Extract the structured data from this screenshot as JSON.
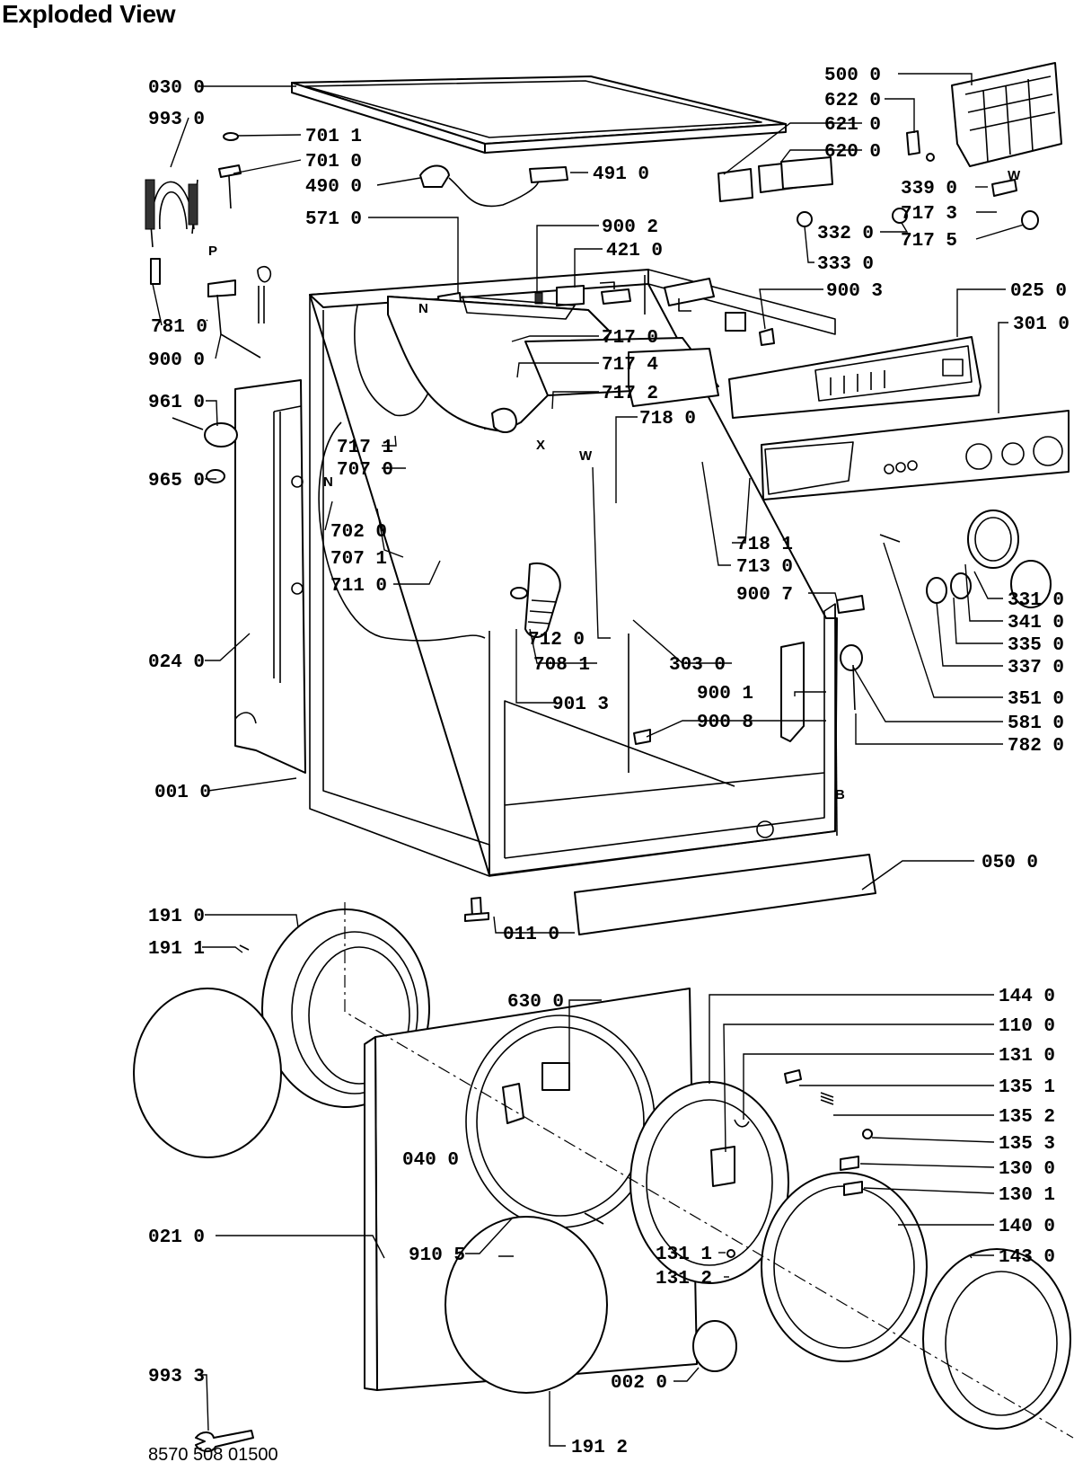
{
  "title": "Exploded View",
  "document_number": "8570 508 01500",
  "part_labels": {
    "p0300": "030 0",
    "p9930": "993 0",
    "p7011": "701 1",
    "p7010": "701 0",
    "p4900": "490 0",
    "p4910": "491 0",
    "p5710": "571 0",
    "p7810": "781 0",
    "p9000": "900 0",
    "p9610": "961 0",
    "p9650": "965 0",
    "p0240": "024 0",
    "p0010": "001 0",
    "p5000": "500 0",
    "p6220": "622 0",
    "p6210": "621 0",
    "p6200": "620 0",
    "p3390": "339 0",
    "p7173": "717 3",
    "p7175": "717 5",
    "p3320": "332 0",
    "p3330": "333 0",
    "p9002": "900 2",
    "p4210": "421 0",
    "p9003": "900 3",
    "p0250": "025 0",
    "p3010": "301 0",
    "p7170": "717 0",
    "p7174": "717 4",
    "p7172": "717 2",
    "p7180": "718 0",
    "p7171": "717 1",
    "p7070": "707 0",
    "p7020": "702 0",
    "p7071": "707 1",
    "p7110": "711 0",
    "p7181": "718 1",
    "p7130": "713 0",
    "p9007": "900 7",
    "p3310": "331 0",
    "p3410": "341 0",
    "p3350": "335 0",
    "p3370": "337 0",
    "p3510": "351 0",
    "p5810": "581 0",
    "p7820": "782 0",
    "p7120": "712 0",
    "p7081": "708 1",
    "p3030": "303 0",
    "p9001": "900 1",
    "p9013": "901 3",
    "p9008": "900 8",
    "p0500": "050 0",
    "p1910": "191 0",
    "p1911": "191 1",
    "p0110": "011 0",
    "p6300": "630 0",
    "p1440": "144 0",
    "p1100": "110 0",
    "p1310": "131 0",
    "p1351": "135 1",
    "p1352": "135 2",
    "p1353": "135 3",
    "p1300": "130 0",
    "p1301": "130 1",
    "p0400": "040 0",
    "p0210": "021 0",
    "p9105": "910 5",
    "p1311": "131 1",
    "p1312": "131 2",
    "p1400": "140 0",
    "p1430": "143 0",
    "p9933": "993 3",
    "p0020": "002 0",
    "p1912": "191 2"
  },
  "markers": {
    "p": "P",
    "n_top": "N",
    "n_left": "N",
    "w_top": "W",
    "x": "X",
    "w_mid": "W",
    "b": "B"
  }
}
